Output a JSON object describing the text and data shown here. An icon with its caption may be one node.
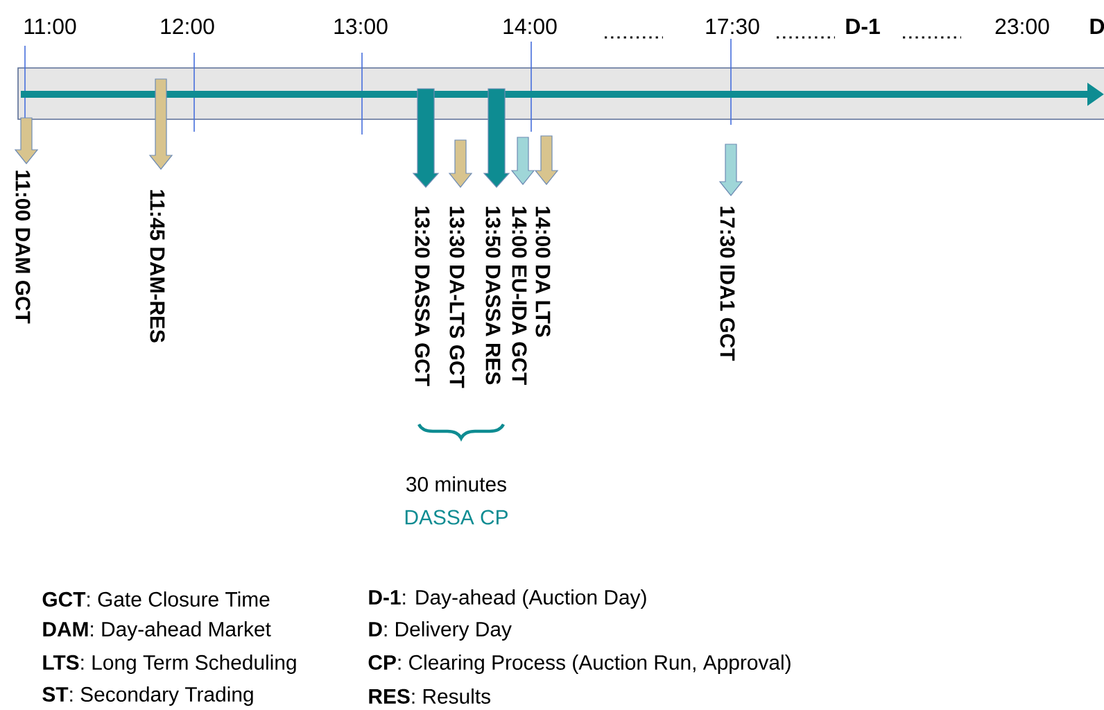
{
  "diagram": {
    "labels": [
      "11:00",
      "12:00",
      "13:00",
      "14:00",
      "17:30",
      "D-1",
      "23:00",
      "D",
      "11:00 DAM GCT",
      "11:45 DAM-RES",
      "13:20 DASSA GCT",
      "13:30 DA-LTS GCT",
      "13:50 DASSA RES",
      "14:00 EU-IDA GCT",
      "14:00 DA LTS",
      "17:30 IDA1 GCT",
      "30 minutes",
      "DASSA CP",
      "**GCT**: Gate Closure Time",
      "**D-1**: Day-ahead (Auction Day)",
      "**DAM**: Day-ahead Market",
      "**D**: Delivery Day",
      "**LTS**: Long Term Scheduling",
      "**CP**: Clearing Process (Auction Run, Approval)",
      "**ST**: Secondary Trading",
      "**RES**: Results"
    ]
  }
}
